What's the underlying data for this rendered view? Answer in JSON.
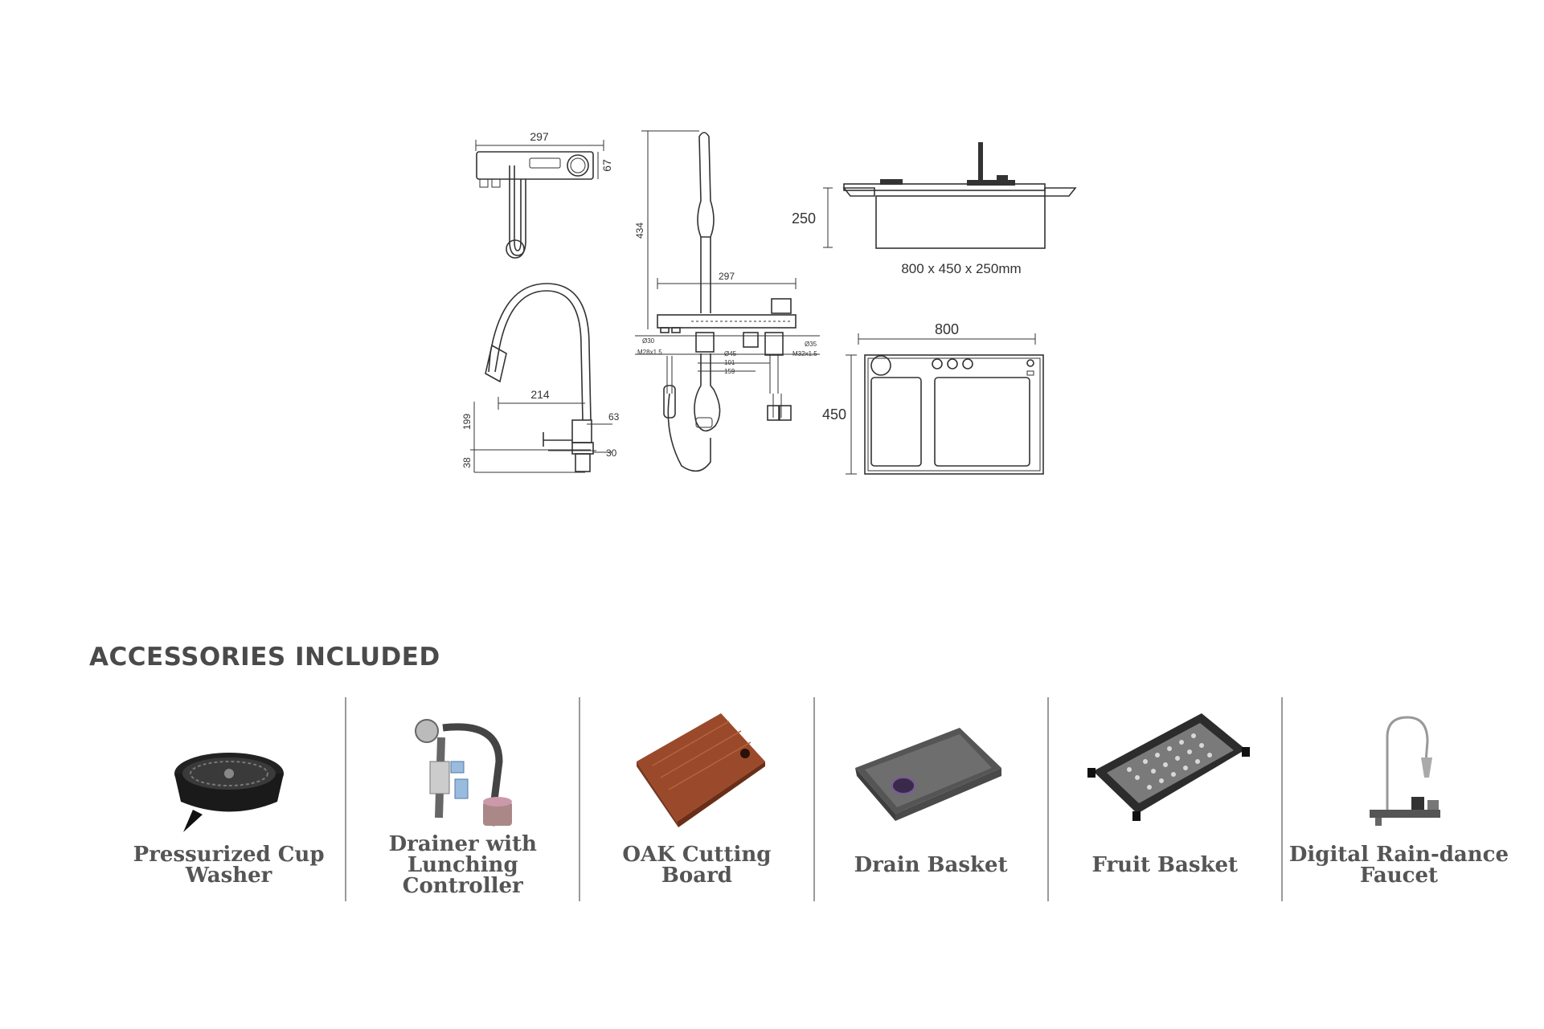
{
  "diagram": {
    "dims": {
      "top_width": "297",
      "top_depth": "67",
      "height_434": "434",
      "base_width": "297",
      "sink_depth": "250",
      "sink_size": "800 x 450 x 250mm",
      "spout_reach": "214",
      "spout_height": "199",
      "base_thickness": "38",
      "side_63": "63",
      "side_30": "30",
      "plan_width": "800",
      "plan_depth": "450",
      "d30": "Ø30",
      "m28": "M28x1.5",
      "d45": "Ø45",
      "d101": "101",
      "d159": "159",
      "d35": "Ø35",
      "m32": "M32x1.5"
    }
  },
  "accessories": {
    "heading": "ACCESSORIES INCLUDED",
    "items": [
      {
        "label": "Pressurized Cup Washer",
        "icon": "cup-washer-icon"
      },
      {
        "label": "Drainer with Lunching Controller",
        "icon": "drainer-icon"
      },
      {
        "label": "OAK Cutting Board",
        "icon": "cutting-board-icon"
      },
      {
        "label": "Drain Basket",
        "icon": "drain-basket-icon"
      },
      {
        "label": "Fruit Basket",
        "icon": "fruit-basket-icon"
      },
      {
        "label": "Digital Rain-dance Faucet",
        "icon": "faucet-icon"
      }
    ]
  }
}
